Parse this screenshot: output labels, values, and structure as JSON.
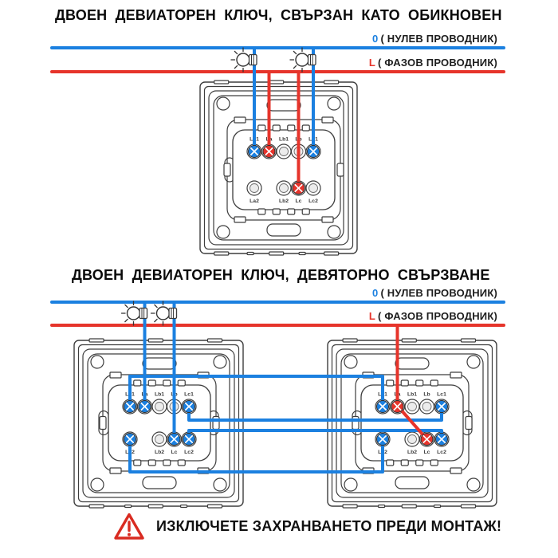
{
  "colors": {
    "blue": "#1b80e0",
    "red": "#e6342b",
    "outline": "#3d3d3d",
    "label_text": "#1d1d1d"
  },
  "diagram1": {
    "title": "ДВОЕН ДЕВИАТОРЕН КЛЮЧ, СВЪРЗАН КАТО ОБИКНОВЕН",
    "neutral_label_prefix": "0",
    "neutral_label_text": "( НУЛЕВ ПРОВОДНИК)",
    "phase_label_prefix": "L",
    "phase_label_text": "( ФАЗОВ ПРОВОДНИК)"
  },
  "diagram2": {
    "title": "ДВОЕН ДЕВИАТОРЕН КЛЮЧ, ДЕВЯТОРНО СВЪРЗВАНЕ",
    "neutral_label_prefix": "0",
    "neutral_label_text": "( НУЛЕВ ПРОВОДНИК)",
    "phase_label_prefix": "L",
    "phase_label_text": "( ФАЗОВ ПРОВОДНИК)"
  },
  "switch_terminals": {
    "top_row": [
      "La1",
      "La",
      "Lb1",
      "Lb",
      "Lc1"
    ],
    "bottom_row": [
      "La2",
      "Lb2",
      "Lc",
      "Lc2"
    ]
  },
  "icons": {
    "lamp": "light-bulb-icon",
    "warning": "warning-triangle-icon"
  },
  "warning": {
    "text": "ИЗКЛЮЧЕТЕ ЗАХРАНВАНЕТО ПРЕДИ МОНТАЖ!"
  }
}
